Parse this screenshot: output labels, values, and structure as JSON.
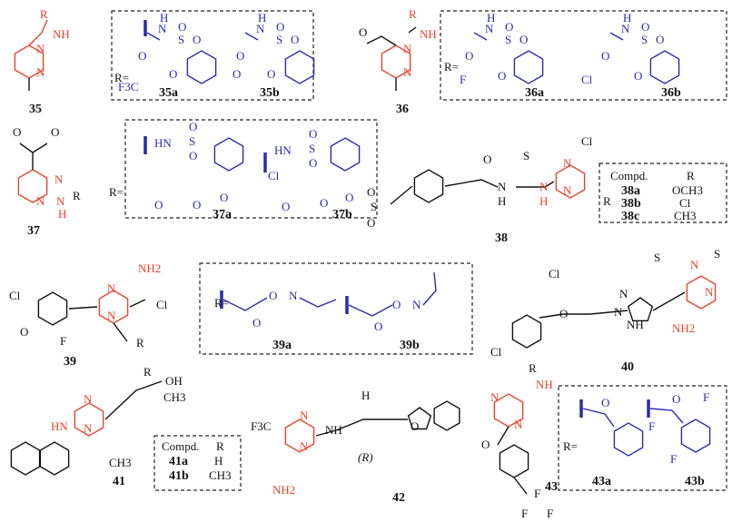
{
  "colors": {
    "pyrimidine": "#e8412c",
    "substituent": "#2a2ab0",
    "skeleton": "#111111"
  },
  "compounds": {
    "c35": {
      "label": "35",
      "atoms": [
        "R",
        "NH",
        "N",
        "N"
      ]
    },
    "c35_box": {
      "r_eq": "R=",
      "a": "35a",
      "b": "35b",
      "atoms_a": [
        "H",
        "N",
        "S",
        "O",
        "O",
        "O",
        "O",
        "F3C"
      ],
      "atoms_b": [
        "H",
        "N",
        "S",
        "O",
        "O",
        "O",
        "O",
        "O"
      ]
    },
    "c36": {
      "label": "36",
      "atoms": [
        "O",
        "R",
        "NH",
        "N",
        "N"
      ]
    },
    "c36_box": {
      "r_eq": "R=",
      "a": "36a",
      "b": "36b",
      "atoms_a": [
        "H",
        "N",
        "S",
        "O",
        "O",
        "O",
        "O",
        "F"
      ],
      "atoms_b": [
        "H",
        "N",
        "S",
        "O",
        "O",
        "O",
        "O",
        "Cl"
      ]
    },
    "c37": {
      "label": "37",
      "atoms": [
        "O",
        "O",
        "N",
        "N",
        "H",
        "N",
        "R"
      ]
    },
    "c37_box": {
      "r_eq": "R=",
      "a": "37a",
      "b": "37b",
      "atoms_a": [
        "HN",
        "S",
        "O",
        "O",
        "O",
        "O",
        "O",
        "Cl"
      ],
      "atoms_b": [
        "HN",
        "S",
        "O",
        "O",
        "O",
        "O",
        "O"
      ]
    },
    "c38": {
      "label": "38",
      "atoms": [
        "S",
        "O",
        "O",
        "O",
        "N",
        "H",
        "S",
        "N",
        "H",
        "N",
        "N",
        "Cl",
        "R"
      ]
    },
    "c38_table": {
      "header": [
        "Compd.",
        "R"
      ],
      "rows": [
        [
          "38a",
          "OCH3"
        ],
        [
          "38b",
          "Cl"
        ],
        [
          "38c",
          "CH3"
        ]
      ]
    },
    "c39": {
      "label": "39",
      "atoms": [
        "Cl",
        "O",
        "F",
        "NH2",
        "N",
        "N",
        "Cl",
        "R"
      ]
    },
    "c39_box": {
      "r_eq": "R=",
      "a": "39a",
      "b": "39b",
      "atoms_a": [
        "O",
        "N",
        "O"
      ],
      "atoms_b": [
        "O",
        "N",
        "O"
      ]
    },
    "c40": {
      "label": "40",
      "atoms": [
        "Cl",
        "Cl",
        "O",
        "N",
        "N",
        "NH",
        "S",
        "N",
        "N",
        "S",
        "NH2"
      ]
    },
    "c41": {
      "label": "41",
      "atoms": [
        "R",
        "OH",
        "CH3",
        "N",
        "N",
        "HN",
        "CH3"
      ]
    },
    "c41_table": {
      "header": [
        "Compd.",
        "R"
      ],
      "rows": [
        [
          "41a",
          "H"
        ],
        [
          "41b",
          "CH3"
        ]
      ]
    },
    "c42": {
      "label": "42",
      "atoms": [
        "F3C",
        "N",
        "N",
        "NH2",
        "NH",
        "H",
        "O",
        "(R)"
      ]
    },
    "c43": {
      "label": "43",
      "atoms": [
        "R",
        "NH",
        "N",
        "N",
        "O",
        "F",
        "F",
        "F"
      ]
    },
    "c43_box": {
      "r_eq": "R=",
      "a": "43a",
      "b": "43b",
      "atoms_a": [
        "O",
        "F"
      ],
      "atoms_b": [
        "O",
        "F",
        "F"
      ]
    }
  }
}
